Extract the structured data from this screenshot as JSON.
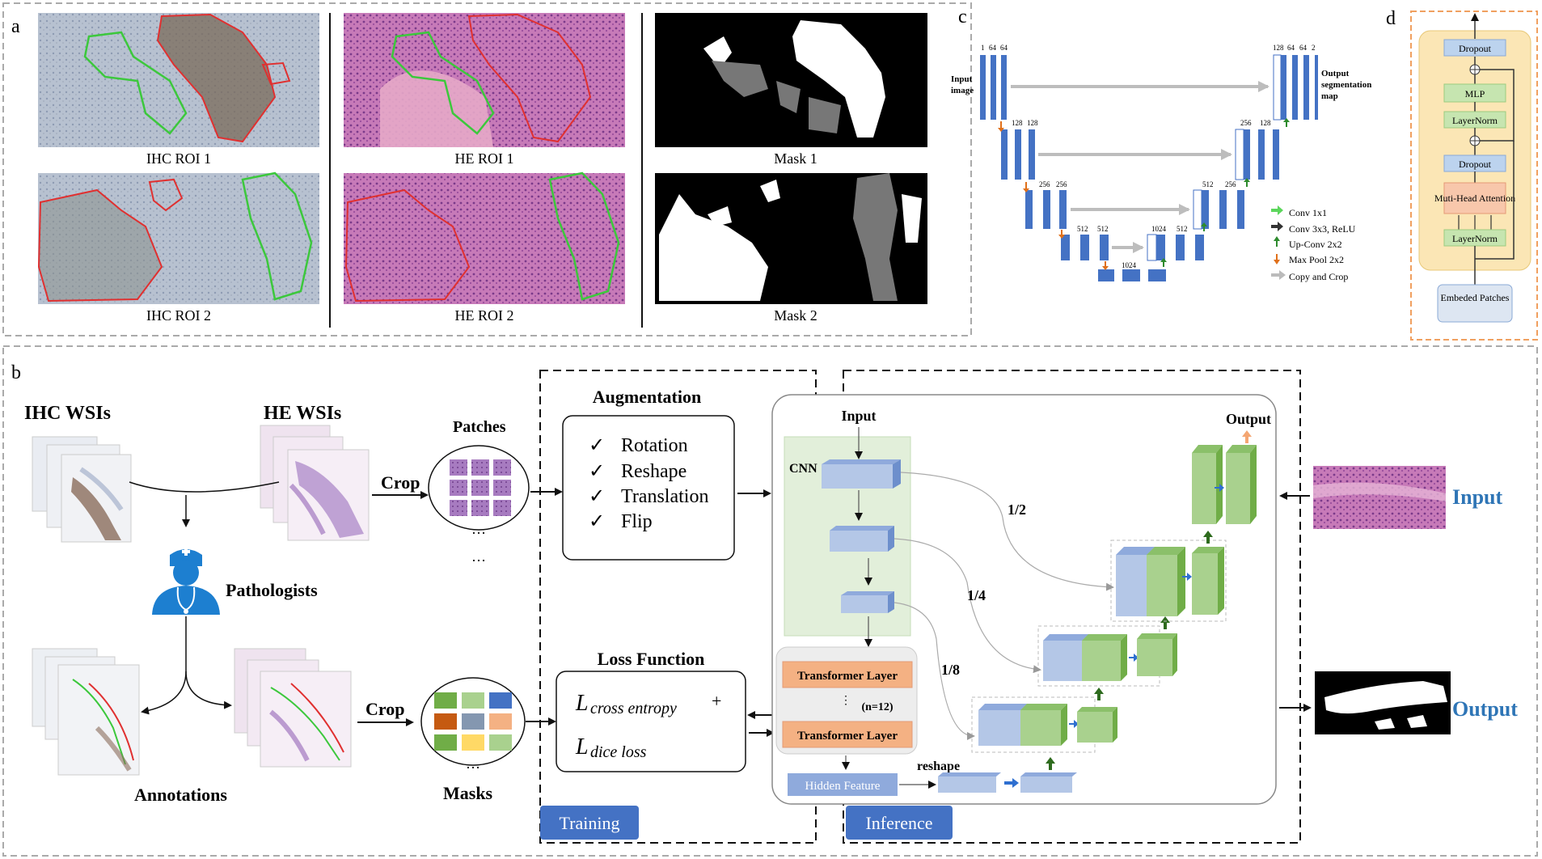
{
  "panel_a": {
    "letter": "a",
    "rois": [
      {
        "label": "IHC ROI 1"
      },
      {
        "label": "HE ROI 1"
      },
      {
        "label": "Mask 1"
      },
      {
        "label": "IHC ROI 2"
      },
      {
        "label": "HE ROI 2"
      },
      {
        "label": "Mask 2"
      }
    ]
  },
  "panel_b": {
    "letter": "b",
    "ihc_wsis": "IHC WSIs",
    "he_wsis": "HE WSIs",
    "pathologists": "Pathologists",
    "annotations": "Annotations",
    "patches": "Patches",
    "masks": "Masks",
    "crop_top": "Crop",
    "crop_bottom": "Crop",
    "ellipsis_patches": "…",
    "ellipsis_masks": "…",
    "augmentation": {
      "title": "Augmentation",
      "items": [
        "Rotation",
        "Reshape",
        "Translation",
        "Flip"
      ]
    },
    "loss": {
      "title": "Loss Function",
      "term1_main": "L",
      "term1_sub": "cross entropy",
      "plus": "+",
      "term2_main": "L",
      "term2_sub": "dice loss"
    },
    "training_label": "Training",
    "inference_label": "Inference",
    "network": {
      "input": "Input",
      "output": "Output",
      "cnn": "CNN",
      "transformer_top": "Transformer Layer",
      "transformer_bottom": "Transformer Layer",
      "n_layers": "(n=12)",
      "hidden_feature": "Hidden Feature",
      "reshape": "reshape",
      "scale_half": "1/2",
      "scale_quarter": "1/4",
      "scale_eighth": "1/8"
    },
    "input_label": "Input",
    "output_label": "Output"
  },
  "panel_c": {
    "letter": "c",
    "input_image": [
      "Input",
      "image"
    ],
    "output_map": [
      "Output",
      "segmentation",
      "map"
    ],
    "channels": {
      "l1": [
        "1",
        "64",
        "64"
      ],
      "l2": [
        "128",
        "128"
      ],
      "l3": [
        "256",
        "256"
      ],
      "l4": [
        "512",
        "512"
      ],
      "bottom_top": [
        "1024",
        "512"
      ],
      "bottom": "1024",
      "r4": [
        "512",
        "256"
      ],
      "r3": [
        "256",
        "128"
      ],
      "r2": [
        "128",
        "64",
        "64",
        "2"
      ]
    },
    "legend": [
      {
        "label": "Conv 1x1",
        "color": "#5cd65c"
      },
      {
        "label": "Conv 3x3, ReLU",
        "color": "#333333"
      },
      {
        "label": "Up-Conv 2x2",
        "color": "#2e8b2e"
      },
      {
        "label": "Max Pool 2x2",
        "color": "#e0701a"
      },
      {
        "label": "Copy and Crop",
        "color": "#bbbbbb"
      }
    ]
  },
  "panel_d": {
    "letter": "d",
    "blocks": [
      "Dropout",
      "MLP",
      "LayerNorm",
      "Dropout",
      "Muti-Head Attention",
      "LayerNorm",
      "Embeded Patches"
    ]
  },
  "colors": {
    "unet_blue": "#4472c4",
    "block_blue": "#b4c7e7",
    "block_green": "#a9d18e",
    "transformer_orange": "#f4b183",
    "label_blue": "#2e75b6",
    "roi_red": "#e03030",
    "roi_green": "#3cc83c"
  }
}
